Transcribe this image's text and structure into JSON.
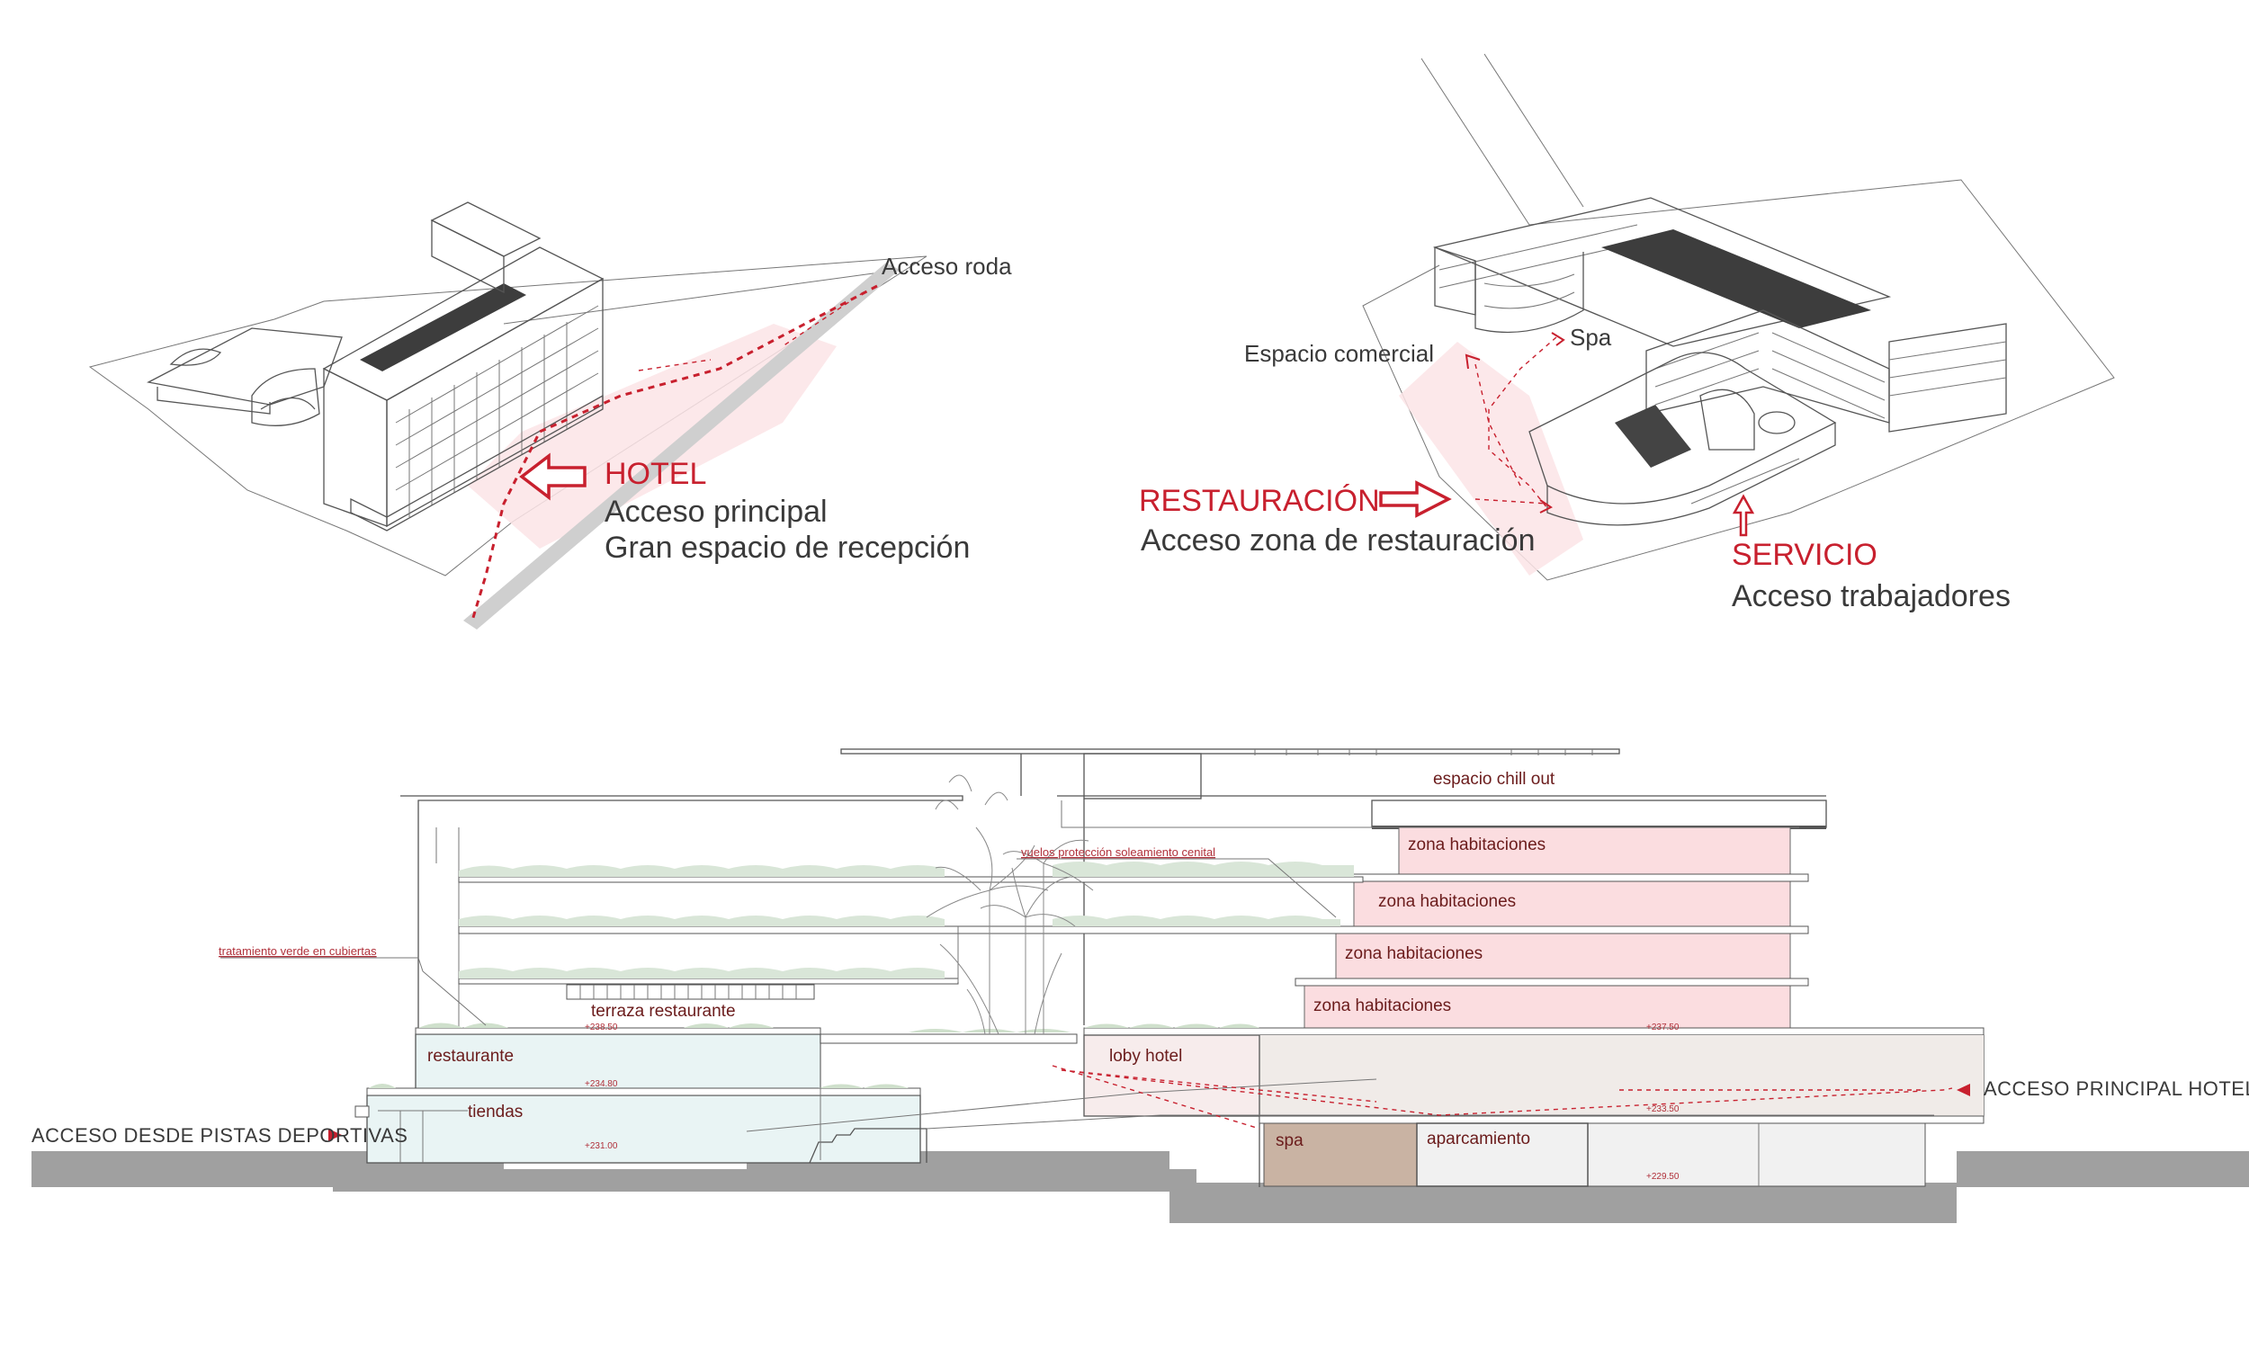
{
  "axonometric_left": {
    "road_label": "Acceso roda",
    "title": "HOTEL",
    "line1": "Acceso principal",
    "line2": "Gran espacio de recepción"
  },
  "axonometric_right": {
    "label_commercial": "Espacio comercial",
    "label_spa": "Spa",
    "restaurant_title": "RESTAURACIÓN",
    "restaurant_text": "Acceso zona de restauración",
    "service_title": "SERVICIO",
    "service_text": "Acceso trabajadores"
  },
  "section": {
    "rooms": {
      "chill_out": "espacio chill out",
      "habitaciones_1": "zona habitaciones",
      "habitaciones_2": "zona habitaciones",
      "habitaciones_3": "zona habitaciones",
      "habitaciones_4": "zona habitaciones",
      "terraza": "terraza restaurante",
      "restaurante": "restaurante",
      "tiendas": "tiendas",
      "loby": "loby hotel",
      "spa": "spa",
      "aparcamiento": "aparcamiento"
    },
    "notes": {
      "vuelos": "vuelos protección soleamiento cenital",
      "tratamiento": "tratamiento verde en cubiertas"
    },
    "levels": {
      "l1": "+238.50",
      "l2": "+234.80",
      "l3": "+231.00",
      "l4": "+237.50",
      "l5": "+233.50",
      "l6": "+229.50"
    },
    "access_left": "ACCESO DESDE PISTAS DEPORTIVAS",
    "access_right": "ACCESO PRINCIPAL HOTEL"
  },
  "colors": {
    "accent_red": "#c8202e",
    "room_pink": "#fbdde0",
    "spa_brown": "#c9b3a3",
    "ground_gray": "#9a9a9a"
  }
}
